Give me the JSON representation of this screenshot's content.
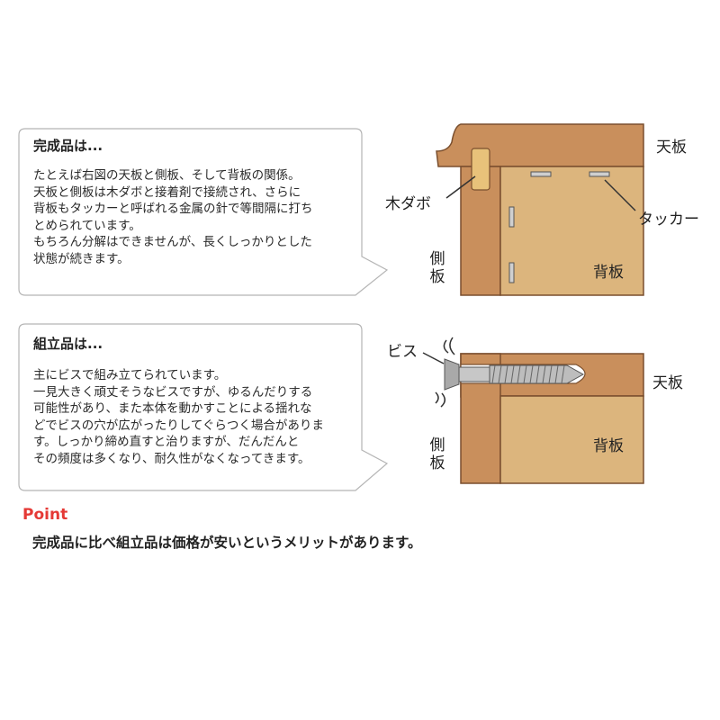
{
  "box1": {
    "title": "完成品は...",
    "lines": [
      "たとえば右図の天板と側板、そして背板の関係。",
      "天板と側板は木ダボと接着剤で接続され、さらに",
      "背板もタッカーと呼ばれる金属の針で等間隔に打ち",
      "とめられています。",
      "もちろん分解はできませんが、長くしっかりとした",
      "状態が続きます。"
    ]
  },
  "box2": {
    "title": "組立品は...",
    "lines": [
      "主にビスで組み立てられています。",
      "一見大きく頑丈そうなビスですが、ゆるんだりする",
      "可能性があり、また本体を動かすことによる揺れな",
      "どでビスの穴が広がったりしてぐらつく場合がありま",
      "す。しっかり締め直すと治りますが、だんだんと",
      "その頻度は多くなり、耐久性がなくなってきます。"
    ]
  },
  "diagram1": {
    "top_board": "天板",
    "dowel": "木ダボ",
    "tacker": "タッカー",
    "side_board": "側板",
    "back_board": "背板"
  },
  "diagram2": {
    "screw": "ビス",
    "top_board": "天板",
    "side_board": "側板",
    "back_board": "背板"
  },
  "point": {
    "label": "Point",
    "text": "完成品に比べ組立品は価格が安いというメリットがあります。"
  },
  "colors": {
    "wood_dark": "#c98f5c",
    "wood_light": "#dcb57d",
    "outline": "#7a4f2e",
    "point_red": "#e53935"
  }
}
